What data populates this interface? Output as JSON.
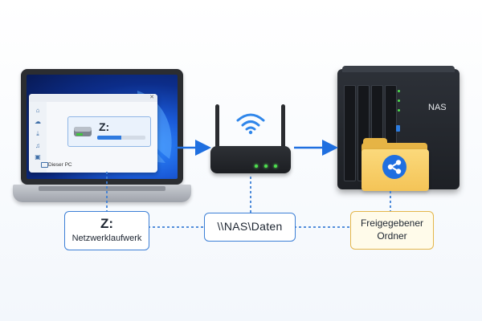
{
  "explorer": {
    "drive_letter": "Z:",
    "drive_usage": 0.5,
    "nav_item_label": "Dieser PC"
  },
  "nas": {
    "label": "NAS"
  },
  "labels": {
    "mapped_drive_letter": "Z:",
    "mapped_drive_caption": "Netzwerklaufwerk",
    "network_path": "\\\\NAS\\Daten",
    "shared_folder_line1": "Freigegebener",
    "shared_folder_line2": "Ordner"
  },
  "colors": {
    "accent_blue": "#2f7be0",
    "folder_yellow": "#f4c457",
    "status_led": "#4ee04e"
  },
  "icons": [
    "home-icon",
    "cloud-icon",
    "download-icon",
    "music-icon",
    "image-icon",
    "computer-icon",
    "hard-drive-icon",
    "wifi-icon",
    "share-icon",
    "folder-icon"
  ]
}
